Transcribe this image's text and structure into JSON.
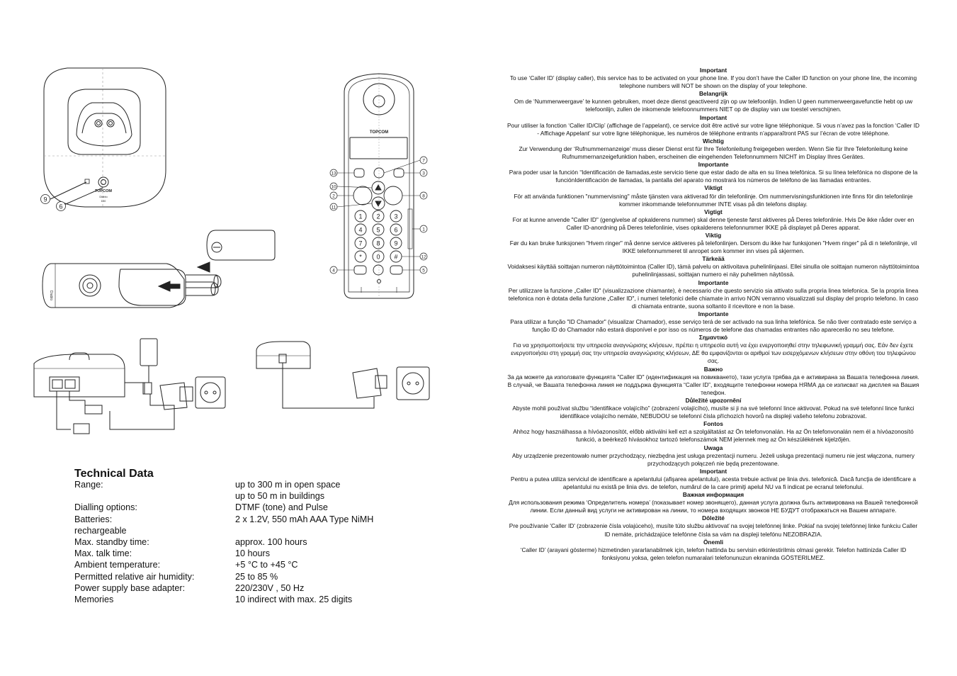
{
  "figures": {
    "base_brand": "TOPCOM",
    "base_model_line1": "Diablo",
    "base_model_line2": "100",
    "handset_brand": "TOPCOM",
    "battery_label_line1": "Diablo",
    "battery_label_line2": "100",
    "callouts": [
      "9",
      "6",
      "7",
      "13",
      "3",
      "10",
      "2",
      "8",
      "11",
      "1",
      "12",
      "4",
      "5"
    ],
    "keypad_keys": [
      "1",
      "2",
      "3",
      "4",
      "5",
      "6",
      "7",
      "8",
      "9",
      "*",
      "0",
      "#"
    ]
  },
  "technical": {
    "title": "Technical Data",
    "rows": [
      {
        "label": "Range:",
        "value": "up to 300 m in open space\nup to 50 m in buildings"
      },
      {
        "label": "Dialling options:",
        "value": "DTMF (tone) and Pulse"
      },
      {
        "label": "Batteries:\nrechargeable",
        "value": "2 x 1.2V, 550 mAh AAA Type NiMH"
      },
      {
        "label": "Max. standby time:",
        "value": "approx. 100 hours"
      },
      {
        "label": "Max. talk time:",
        "value": "10 hours"
      },
      {
        "label": "Ambient temperature:",
        "value": "+5 °C to +45 °C"
      },
      {
        "label": "Permitted relative air humidity:",
        "value": "25 to 85 %"
      },
      {
        "label": "Power supply base adapter:",
        "value": "220/230V , 50 Hz"
      },
      {
        "label": "Memories",
        "value": "10 indirect with max. 25 digits"
      }
    ]
  },
  "notices": [
    {
      "title": "Important",
      "body": "To use ‘Caller ID’ (display caller), this service has to be activated on your phone line.  If you don’t have the Caller ID function on your phone line, the incoming telephone numbers will NOT be shown on the display of your telephone."
    },
    {
      "title": "Belangrijk",
      "body": "Om de ‘Nummerweergave’ te kunnen gebruiken, moet deze dienst geactiveerd zijn op uw telefoonlijn. Indien U geen nummerweergavefunctie hebt op uw telefoonlijn, zullen de inkomende telefoonnummers NIET op de display van uw toestel verschijnen."
    },
    {
      "title": "Important",
      "body": "Pour utiliser la fonction ‘Caller ID/Clip’ (affichage de l’appelant), ce service doit être activé sur votre ligne téléphonique. Si vous n’avez pas la fonction ‘Caller ID - Affichage Appelant’ sur votre ligne téléphonique, les numéros de téléphone entrants n’apparaîtront PAS sur l’écran de votre téléphone."
    },
    {
      "title": "Wichtig",
      "body": "Zur Verwendung der ‘Rufnummernanzeige’ muss dieser Dienst erst für Ihre Telefonleitung freigegeben werden. Wenn Sie für Ihre Telefonleitung keine Rufnummernanzeigefunktion haben, erscheinen die eingehenden Telefonnummern NICHT im Display Ihres Gerätes."
    },
    {
      "title": "Importante",
      "body": "Para poder usar la función “Identificación de llamadas,este servicio tiene que estar dado de alta en su línea telefónica. Si su línea telefónica no dispone de la funciónIdentificación de llamadas, la pantalla del aparato no mostrará los números de teléfono de las llamadas entrantes."
    },
    {
      "title": "Viktigt",
      "body": "För att använda funktionen \"nummervisning\" måste tjänsten vara aktiverad för din telefonlinje. Om nummervisningsfunktionen inte finns för din telefonlinje kommer inkommande telefonnummer INTE visas på din telefons display."
    },
    {
      "title": "Vigtigt",
      "body": "For at kunne anvende \"Caller ID\" (gengivelse af opkalderens nummer) skal denne tjeneste først aktiveres på Deres telefonlinie. Hvis De ikke råder over en Caller ID-anordning på Deres telefonlinie, vises opkalderens telefonnummer IKKE på displayet på Deres apparat."
    },
    {
      "title": "Viktig",
      "body": "Før du kan bruke funksjonen \"Hvem ringer\" må denne service aktiveres på telefonlinjen. Dersom du ikke har funksjonen \"Hvem ringer\" på di n telefonlinje, vil IKKE telefonnummeret til anropet som kommer inn vises på skjermen."
    },
    {
      "title": "Tärkeää",
      "body": "Voidaksesi käyttää soittajan numeron näyttötoimintoa (Caller ID), tämä palvelu on aktivoitava puhelinlinjaasi. Ellei sinulla ole soittajan numeron näyttötoimintoa puhelinlinjassasi, soittajan numero ei näy puhelimen näytössä."
    },
    {
      "title": "Importante",
      "body": "Per utilizzare la funzione „Caller ID\" (visualizzazione chiamante), è necessario che questo servizio sia attivato sulla propria linea telefonica. Se la propria linea telefonica non è dotata della funzione „Caller ID\", i numeri telefonici delle chiamate in arrivo NON verranno visualizzati sul display del proprio telefono. In caso di chiamata entrante, suona soltanto il ricevitore e non la base."
    },
    {
      "title": "Importante",
      "body": "Para utilizar a função \"ID Chamador\" (visualizar Chamador), esse serviço terá de ser activado na sua linha telefónica. Se não tiver contratado este serviço a função ID do Chamador não estará disponível e por isso os números de telefone das chamadas entrantes não aparecerão no seu telefone."
    },
    {
      "title": "Σημαντικό",
      "body": "Για να χρησιμοποιήσετε την υπηρεσία αναγνώρισης κλήσεων, πρέπει η υπηρεσία αυτή να έχει ενεργοποιηθεί στην τηλεφωνική γραμμή σας. Εάν δεν έχετε ενεργοποιήσει στη γραμμή σας την υπηρεσία αναγνώρισης κλήσεων, ΔΕ θα εμφανίζονται οι αριθμοί των εισερχόμενων κλήσεων στην οθόνη του τηλεφώνου σας."
    },
    {
      "title": "Важно",
      "body": "За да можете да използвате функцията \"Caller ID\" (идентификация на повикването), тази услуга трябва да е активирана за Вашата телефонна линия. В случай, че Вашата телефонна линия не поддържа функцията “Caller ID”, входящите телефонни номера НЯМА да се изписват на дисплея на Вашия телефон."
    },
    {
      "title": "Důležité upozornění",
      "body": "Abyste mohli používat službu “identifikace volajícího” (zobrazení volajícího), musíte si ji na své telefonní lince aktivovat. Pokud na své telefonní lince funkci identifikace volajícího nemáte, NEBUDOU se telefonní čísla příchozích  hovorů na displeji vašeho telefonu zobrazovat."
    },
    {
      "title": "Fontos",
      "body": "Ahhoz hogy használhassa a hívóazonosítót, előbb aktiválni kell ezt a szolgáltatást az Ön telefonvonalán. Ha az Ön telefonvonalán nem él a hívóazonosító funkció, a beérkező hívásokhoz tartozó telefonszámok NEM jelennek meg az Ön készülékének kijelzőjén."
    },
    {
      "title": "Uwaga",
      "body": "Aby urządzenie prezentowało numer przychodzący, niezbędna jest usługa prezentacji numeru. Jeżeli usługa prezentacji numeru nie jest włączona, numery przychodzących połączeń nie będą prezentowane."
    },
    {
      "title": "Important",
      "body": "Pentru a putea utiliza serviciul de identificare a apelantului (afişarea apelantului), acesta trebuie activat pe linia dvs. telefonică. Dacă funcţia de identificare a apelantului nu există  pe linia dvs. de telefon, numărul de la care primiţi apelul NU va fi indicat pe ecranul telefonului."
    },
    {
      "title": "Важная информация",
      "body": "Для использования режима ‘Определитель номера’ (показывает номер звонящего), данная услуга должна быть активирована на Вашей телефонной линии. Если данный вид услуги не активирован на линии, то номера входящих звонков НЕ БУДУТ отображаться на Вашем аппарате."
    },
    {
      "title": "Dôležité",
      "body": "Pre používanie 'Caller ID' (zobrazenie čísla volajúceho), musíte túto službu aktivovať na svojej telefónnej linke. Pokiaľ na svojej telefónnej linke funkciu Caller ID nemáte, prichádzajúce telefónne čísla sa vám na displeji telefónu NEZOBRAZIA."
    },
    {
      "title": "Önemli",
      "body": "‘Caller ID’ (arayani gösterme) hizmetinden yararlanabilmek için, telefon hattinda bu servisin etkinlestirilmis olmasi gerekir. Telefon hattinizda Caller ID fonksiyonu yoksa, gelen telefon numaralari telefonunuzun ekraninda GÖSTERILMEZ."
    }
  ]
}
